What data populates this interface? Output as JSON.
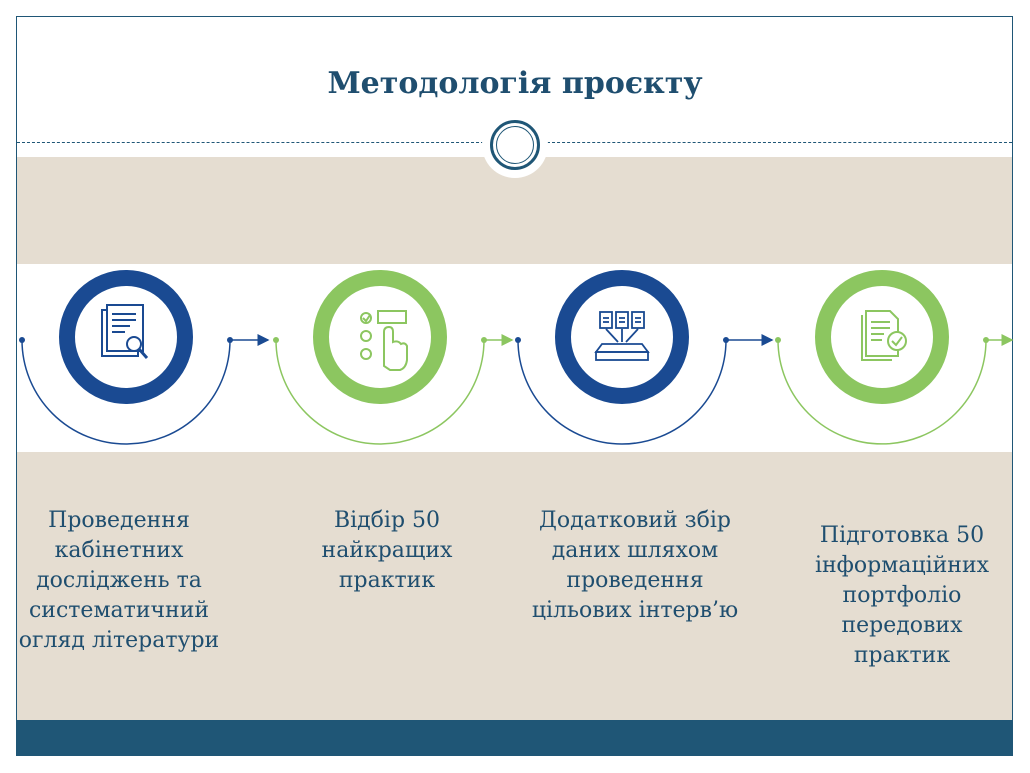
{
  "title": "Методологія проєкту",
  "colors": {
    "navy": "#1f5676",
    "dark_blue": "#1a4a92",
    "green": "#8cc660",
    "beige": "#e5ddd1",
    "text": "#1f4e6f"
  },
  "steps": [
    {
      "text": "Проведення кабінетних досліджень та систематичний огляд літератури",
      "icon": "document-search-icon",
      "color": "dark-blue"
    },
    {
      "text": "Відбір 50 найкращих практик",
      "icon": "checklist-pointer-icon",
      "color": "green"
    },
    {
      "text": "Додатковий збір даних шляхом проведення цільових інтерв’ю",
      "icon": "data-collection-icon",
      "color": "dark-blue"
    },
    {
      "text": "Підготовка 50 інформаційних портфоліо передових практик",
      "icon": "document-check-icon",
      "color": "green"
    }
  ]
}
